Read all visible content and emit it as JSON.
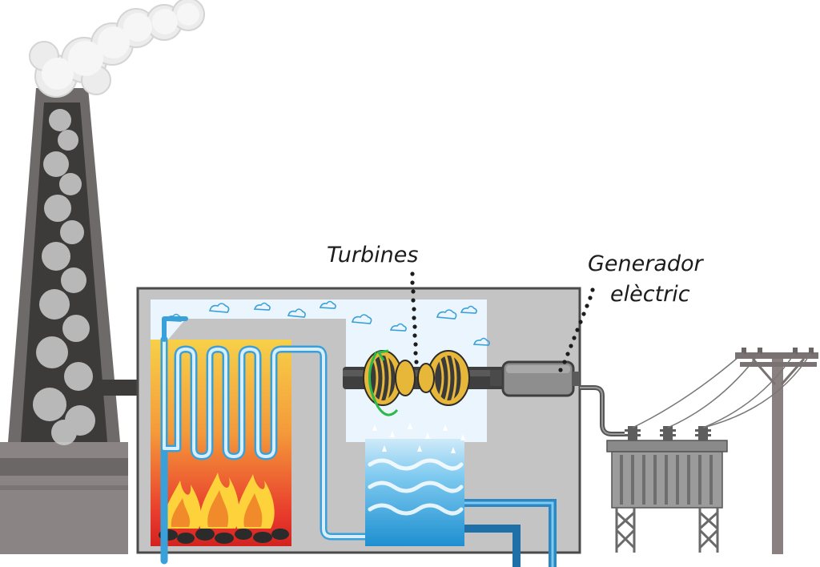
{
  "labels": {
    "turbines": "Turbines",
    "generator_line1": "Generador",
    "generator_line2": "elèctric"
  },
  "colors": {
    "chimney": "#767070",
    "building": "#c4c4c4",
    "water": "#36a8dc",
    "fire": "#f6c04a",
    "sky_chamber": "#eaf5fd"
  }
}
